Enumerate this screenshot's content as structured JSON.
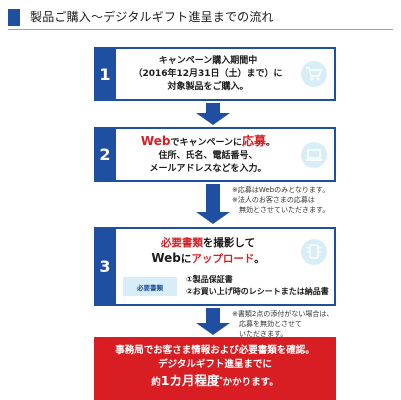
{
  "header": {
    "title": "製品ご購入～デジタルギフト進呈までの流れ"
  },
  "steps": [
    {
      "number": "1",
      "line1": "キャンペーン購入期間中",
      "line2": "（2016年12月31日（土）まで）に",
      "line3": "対象製品をご購入。",
      "icon": "shopping-cart-icon"
    },
    {
      "number": "2",
      "line1_red1": "Web",
      "line1_mid": "でキャンペーンに",
      "line1_red2": "応募",
      "line1_end": "。",
      "line2": "住所、氏名、電話番号、",
      "line3": "メールアドレスなどを入力。",
      "icon": "laptop-icon",
      "notes": [
        "※応募はWebのみとなります。",
        "※法人のお客さまの応募は",
        "　無効とさせていただきます。"
      ]
    },
    {
      "number": "3",
      "line1_red": "必要書類",
      "line1_end": "を撮影して",
      "line2_a": "Web",
      "line2_b": "に",
      "line2_red": "アップロード",
      "line2_end": "。",
      "doc_label": "必要書類",
      "doc_items": [
        "①製品保証書",
        "②お買い上げ時のレシートまたは納品書"
      ],
      "icon": "smartphone-camera-icon",
      "notes": [
        "※書類2点の添付がない場合は、",
        "　応募を無効とさせて",
        "　いただきます。"
      ]
    }
  ],
  "final": {
    "line1": "事務局でお客さま情報および必要書類を確認。",
    "line2": "デジタルギフト進呈までに",
    "line3_a": "約",
    "line3_b": "1カ月程度",
    "line3_mark": "*",
    "line3_c": "かかります。"
  },
  "colors": {
    "brand_blue": "#1f4fa0",
    "accent_red": "#d81d23",
    "icon_bg": "#d7eef8"
  }
}
